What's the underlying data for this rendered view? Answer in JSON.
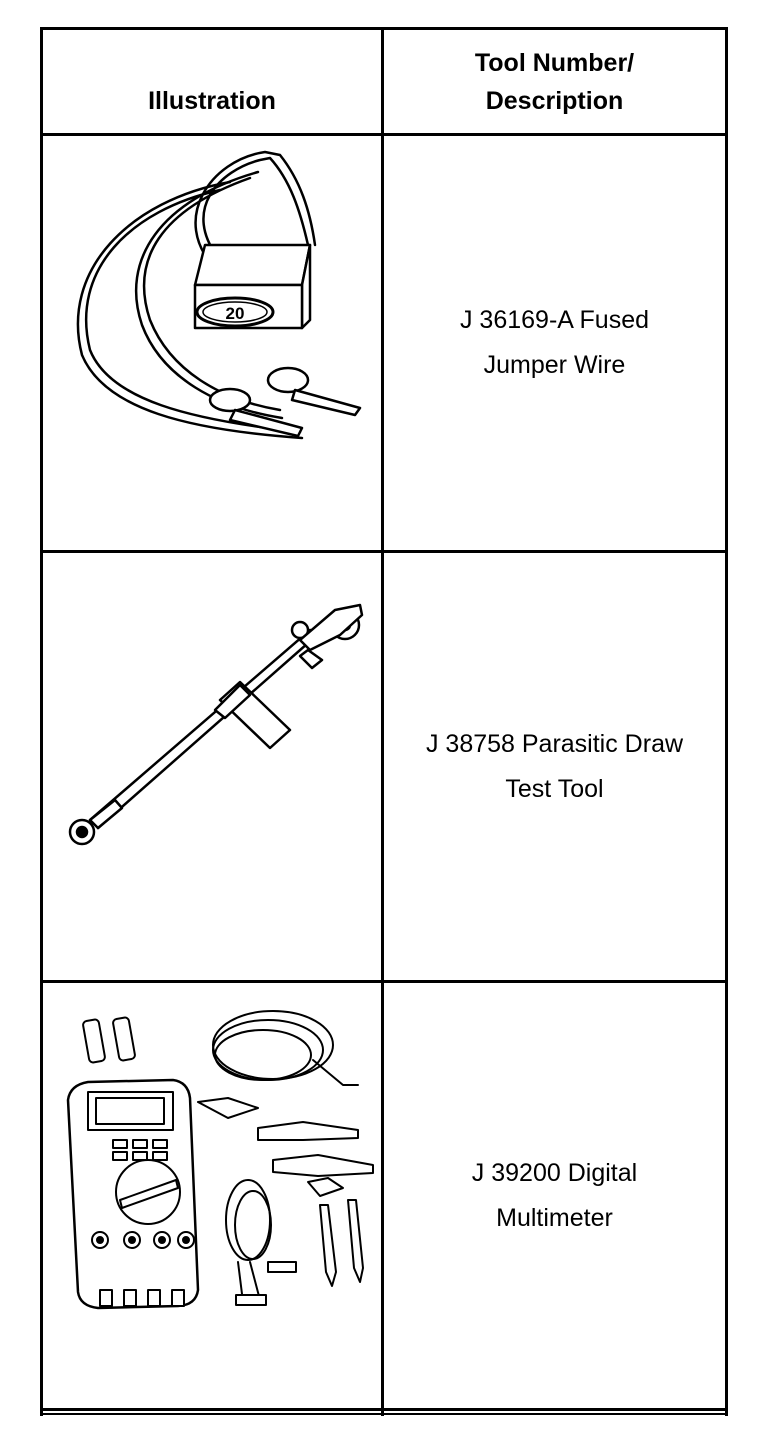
{
  "table": {
    "headers": {
      "illustration": "Illustration",
      "tool": "Tool Number/\nDescription"
    },
    "rows": [
      {
        "description": "J 36169-A Fused\nJumper Wire",
        "icon": "fused-jumper-wire-illustration",
        "fuse_label": "20"
      },
      {
        "description": "J 38758 Parasitic Draw\nTest Tool",
        "icon": "parasitic-draw-test-tool-illustration"
      },
      {
        "description": "J 39200 Digital\nMultimeter",
        "icon": "digital-multimeter-illustration"
      }
    ]
  }
}
